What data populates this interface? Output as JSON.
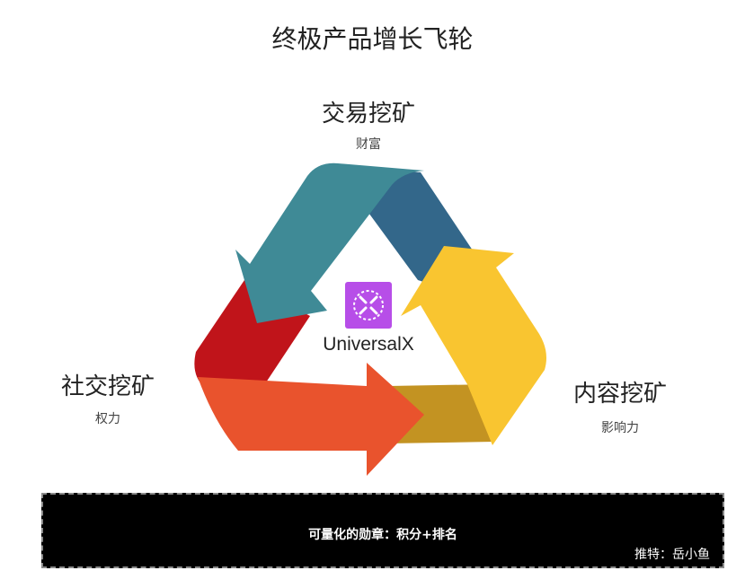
{
  "title": "终极产品增长飞轮",
  "nodes": {
    "top": {
      "title": "交易挖矿",
      "subtitle": "财富"
    },
    "left": {
      "title": "社交挖矿",
      "subtitle": "权力"
    },
    "right": {
      "title": "内容挖矿",
      "subtitle": "影响力"
    }
  },
  "center": {
    "brand": "UniversalX",
    "logo_color": "#b74ee8"
  },
  "arrow_colors": {
    "top_light": "#3f8a96",
    "top_dark": "#33678a",
    "right": "#f9c530",
    "right_dark": "#c39322",
    "bottom": "#e9532d",
    "left_dark": "#c0141a"
  },
  "banner": {
    "text": "可量化的勋章：积分+排名",
    "credit": "推特：岳小鱼"
  }
}
